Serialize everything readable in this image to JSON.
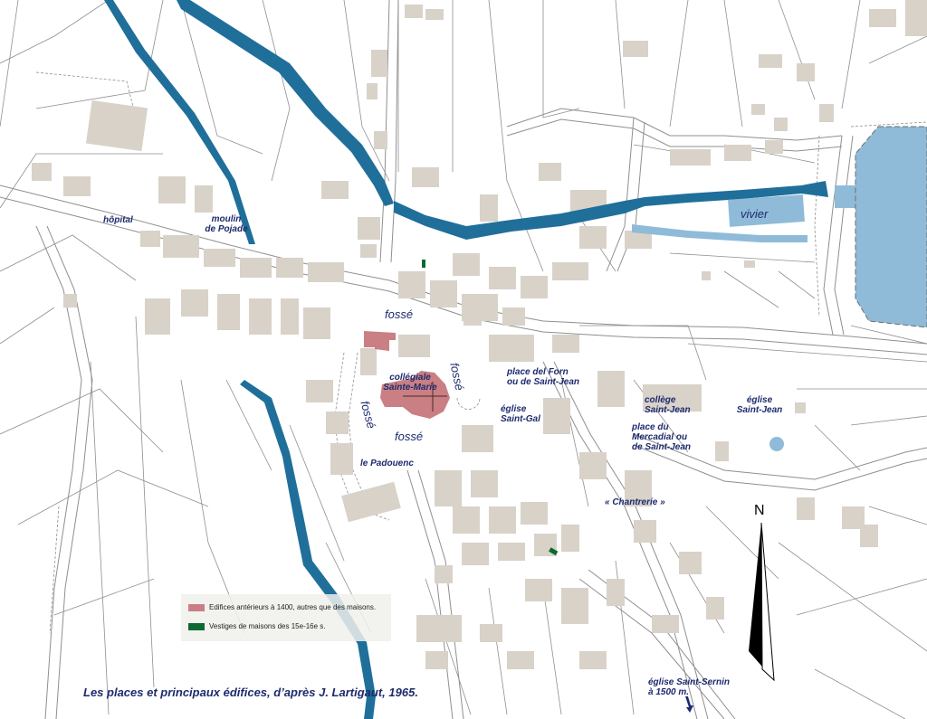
{
  "colors": {
    "river": "#1f6f9a",
    "pond": "#8fbbd9",
    "building": "#d8d2c9",
    "notable_building": "#c97f83",
    "house_remains": "#0b6a32",
    "label": "#1d2a6e"
  },
  "labels": {
    "hopital": "hôpital",
    "moulin_1": "moulin",
    "moulin_2": "de Pojade",
    "vivier": "vivier",
    "fosse_north": "fossé",
    "fosse_east": "fossé",
    "fosse_west": "fossé",
    "fosse_south": "fossé",
    "collegiale_1": "collégiale",
    "collegiale_2": "Sainte-Marie",
    "place_forn_1": "place del Forn",
    "place_forn_2": "ou de Saint-Jean",
    "eglise_gal_1": "église",
    "eglise_gal_2": "Saint-Gal",
    "college_1": "collège",
    "college_2": "Saint-Jean",
    "eglise_jean_1": "église",
    "eglise_jean_2": "Saint-Jean",
    "place_merc_1": "place du",
    "place_merc_2": "Mercadial ou",
    "place_merc_3": "de Saint-Jean",
    "padouenc": "le Padouenc",
    "chantrerie": "« Chantrerie »",
    "sernin_1": "église Saint-Sernin",
    "sernin_2": "à 1500 m."
  },
  "legend": {
    "item1": "Edifices antérieurs à 1400, autres que des maisons.",
    "item2": "Vestiges de maisons des 15e-16e s."
  },
  "caption": "Les places et principaux édifices, d’après J. Lartigaut, 1965.",
  "compass": "N"
}
